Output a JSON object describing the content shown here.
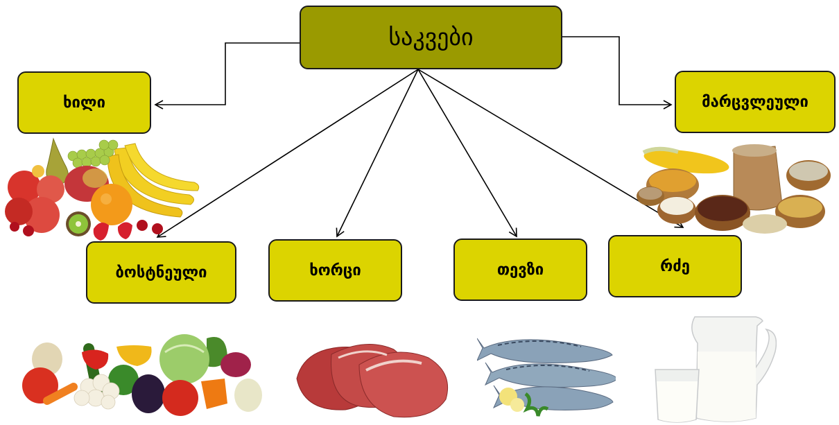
{
  "root": {
    "label": "საკვები"
  },
  "categories": {
    "fruit": "ხილი",
    "grains": "მარცვლეული",
    "vegetables": "ბოსტნეული",
    "meat": "ხორცი",
    "fish": "თევზი",
    "milk": "რძე"
  },
  "colors": {
    "root": "#9a9a00",
    "category": "#dcd400",
    "line": "#000000"
  }
}
